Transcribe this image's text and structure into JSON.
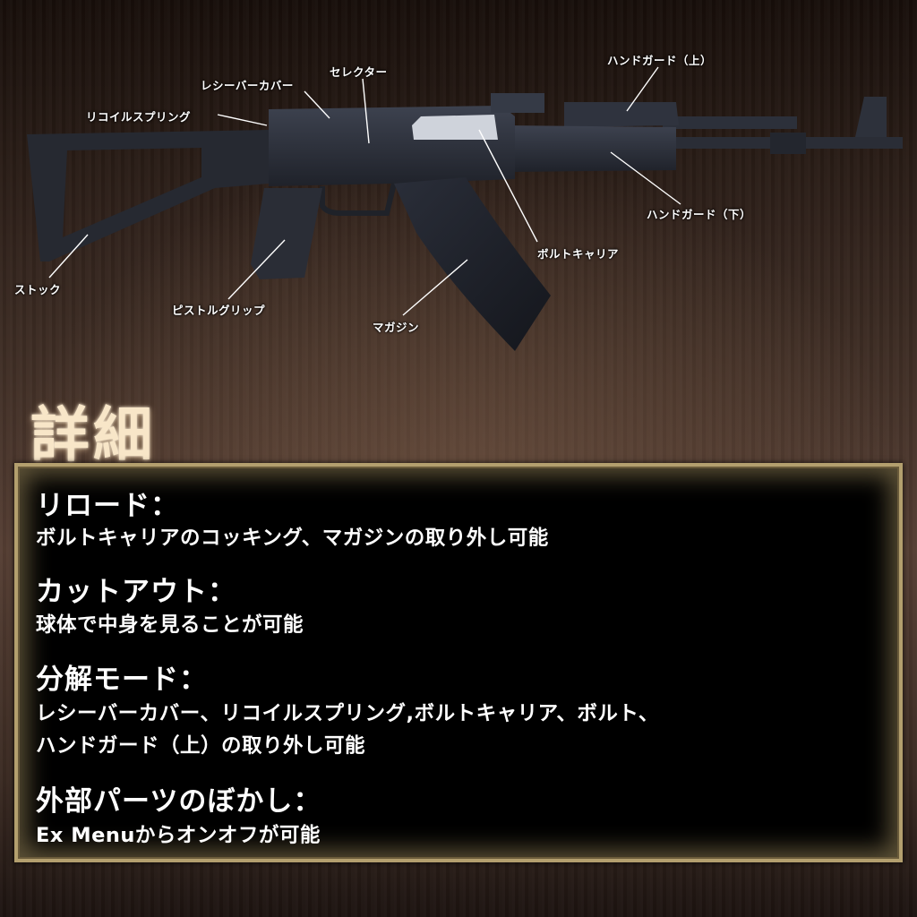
{
  "labels": {
    "handguard_upper": "ハンドガード（上）",
    "receiver_cover": "レシーバーカバー",
    "selector": "セレクター",
    "recoil_spring": "リコイルスプリング",
    "handguard_lower": "ハンドガード（下）",
    "bolt_carrier": "ボルトキャリア",
    "stock": "ストック",
    "pistol_grip": "ピストルグリップ",
    "magazine": "マガジン"
  },
  "section_title": "詳細",
  "details": {
    "reload_heading": "リロード：",
    "reload_text": "ボルトキャリアのコッキング、マガジンの取り外し可能",
    "cutout_heading": "カットアウト：",
    "cutout_text": "球体で中身を見ることが可能",
    "disassembly_heading": "分解モード：",
    "disassembly_text_1": "レシーバーカバー、リコイルスプリング,ボルトキャリア、ボルト、",
    "disassembly_text_2": "ハンドガード（上）の取り外し可能",
    "blur_heading": "外部パーツのぼかし：",
    "blur_text": "Ex Menuからオンオフが可能"
  },
  "colors": {
    "title": "#f8e6c8",
    "panel_border": "#b39f6e",
    "panel_bg": "#000000",
    "rifle_metal": "#2b2f3a",
    "label_text": "#ffffff"
  }
}
